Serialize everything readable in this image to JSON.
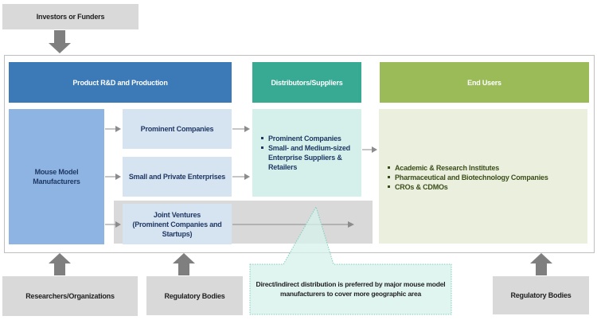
{
  "top": {
    "investors_label": "Investors or Funders"
  },
  "headers": {
    "product_rd": "Product R&D and Production",
    "distributors": "Distributors/Suppliers",
    "end_users": "End Users"
  },
  "manufacturers": {
    "line1": "Mouse Model",
    "line2": "Manufacturers"
  },
  "company_types": [
    {
      "label": "Prominent Companies"
    },
    {
      "label": "Small and Private Enterprises"
    },
    {
      "line1": "Joint Ventures",
      "line2": "(Prominent Companies and",
      "line3": "Startups)"
    }
  ],
  "distributors_list": [
    "Prominent Companies",
    "Small- and Medium-sized Enterprise Suppliers & Retailers"
  ],
  "end_users_list": [
    "Academic & Research Institutes",
    "Pharmaceutical and Biotechnology Companies",
    "CROs & CDMOs"
  ],
  "callout": {
    "line1": "Direct/indirect distribution is preferred by major mouse model",
    "line2": "manufacturers to cover more geographic area"
  },
  "bottom": {
    "researchers": "Researchers/Organizations",
    "regulatory_left": "Regulatory Bodies",
    "regulatory_right": "Regulatory Bodies"
  },
  "colors": {
    "product_header": "#3b79b7",
    "distributors_header": "#38a993",
    "end_users_header": "#9bbb59",
    "manufacturers_fill": "#8eb4e3",
    "company_fill": "#d6e3f1",
    "distributors_fill": "#d5f0eb",
    "end_users_fill": "#ebf0de",
    "external_fill": "#d9d9d9",
    "arrow": "#7f7f7f"
  }
}
